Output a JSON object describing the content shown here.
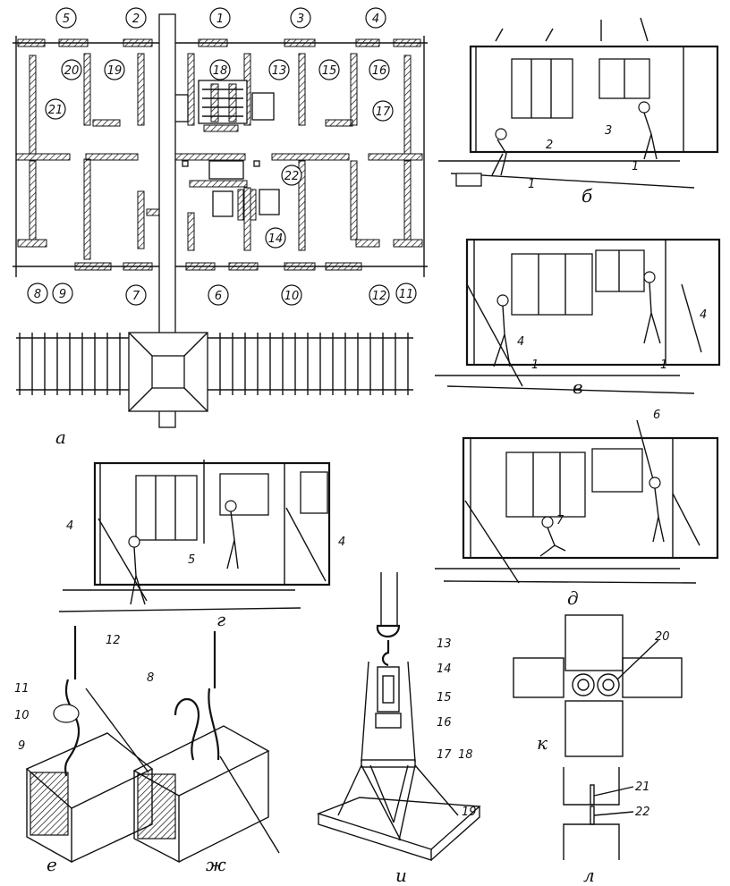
{
  "panels": {
    "a": "а",
    "b": "б",
    "v": "в",
    "g": "г",
    "d": "д",
    "e": "е",
    "zh": "ж",
    "i": "и",
    "k": "к",
    "l": "л"
  },
  "plan_numbers": [
    "5",
    "2",
    "1",
    "3",
    "4",
    "20",
    "19",
    "18",
    "13",
    "15",
    "16",
    "21",
    "17",
    "22",
    "14",
    "8",
    "9",
    "7",
    "6",
    "10",
    "12",
    "11"
  ],
  "callouts": {
    "b": [
      "1",
      "2",
      "3",
      "1"
    ],
    "v": [
      "4",
      "1",
      "1",
      "4"
    ],
    "g": [
      "4",
      "5",
      "4"
    ],
    "d": [
      "6",
      "7"
    ],
    "e": [
      "12",
      "11",
      "10",
      "9",
      "8"
    ],
    "i": [
      "13",
      "14",
      "15",
      "16",
      "17",
      "18",
      "19"
    ],
    "k": [
      "20"
    ],
    "l": [
      "21",
      "22"
    ]
  }
}
